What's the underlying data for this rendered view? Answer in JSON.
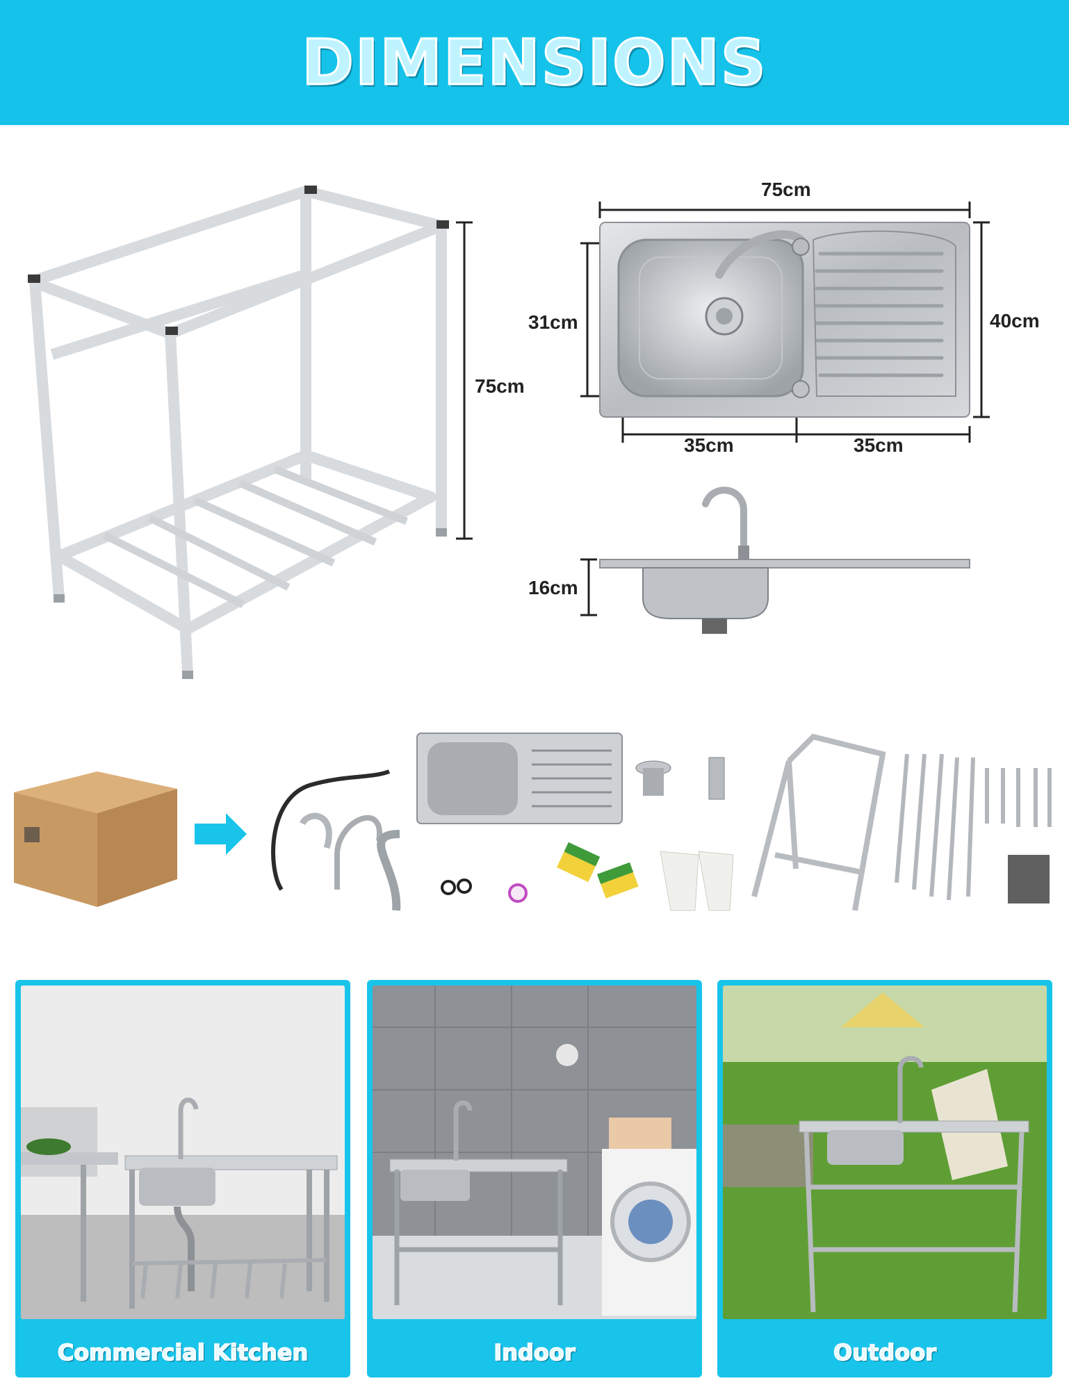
{
  "banner": {
    "title": "DIMENSIONS"
  },
  "dimensions": {
    "frame_height": "75cm",
    "sink_width": "75cm",
    "bowl_depth": "31cm",
    "sink_depth": "40cm",
    "bowl_width": "35cm",
    "drainer_width": "35cm",
    "bowl_height": "16cm"
  },
  "cards": [
    {
      "label": "Commercial Kitchen"
    },
    {
      "label": "Indoor"
    },
    {
      "label": "Outdoor"
    }
  ],
  "colors": {
    "accent": "#15c3ea",
    "stainless": "#c9ccd0",
    "cardboard": "#c89a63"
  }
}
